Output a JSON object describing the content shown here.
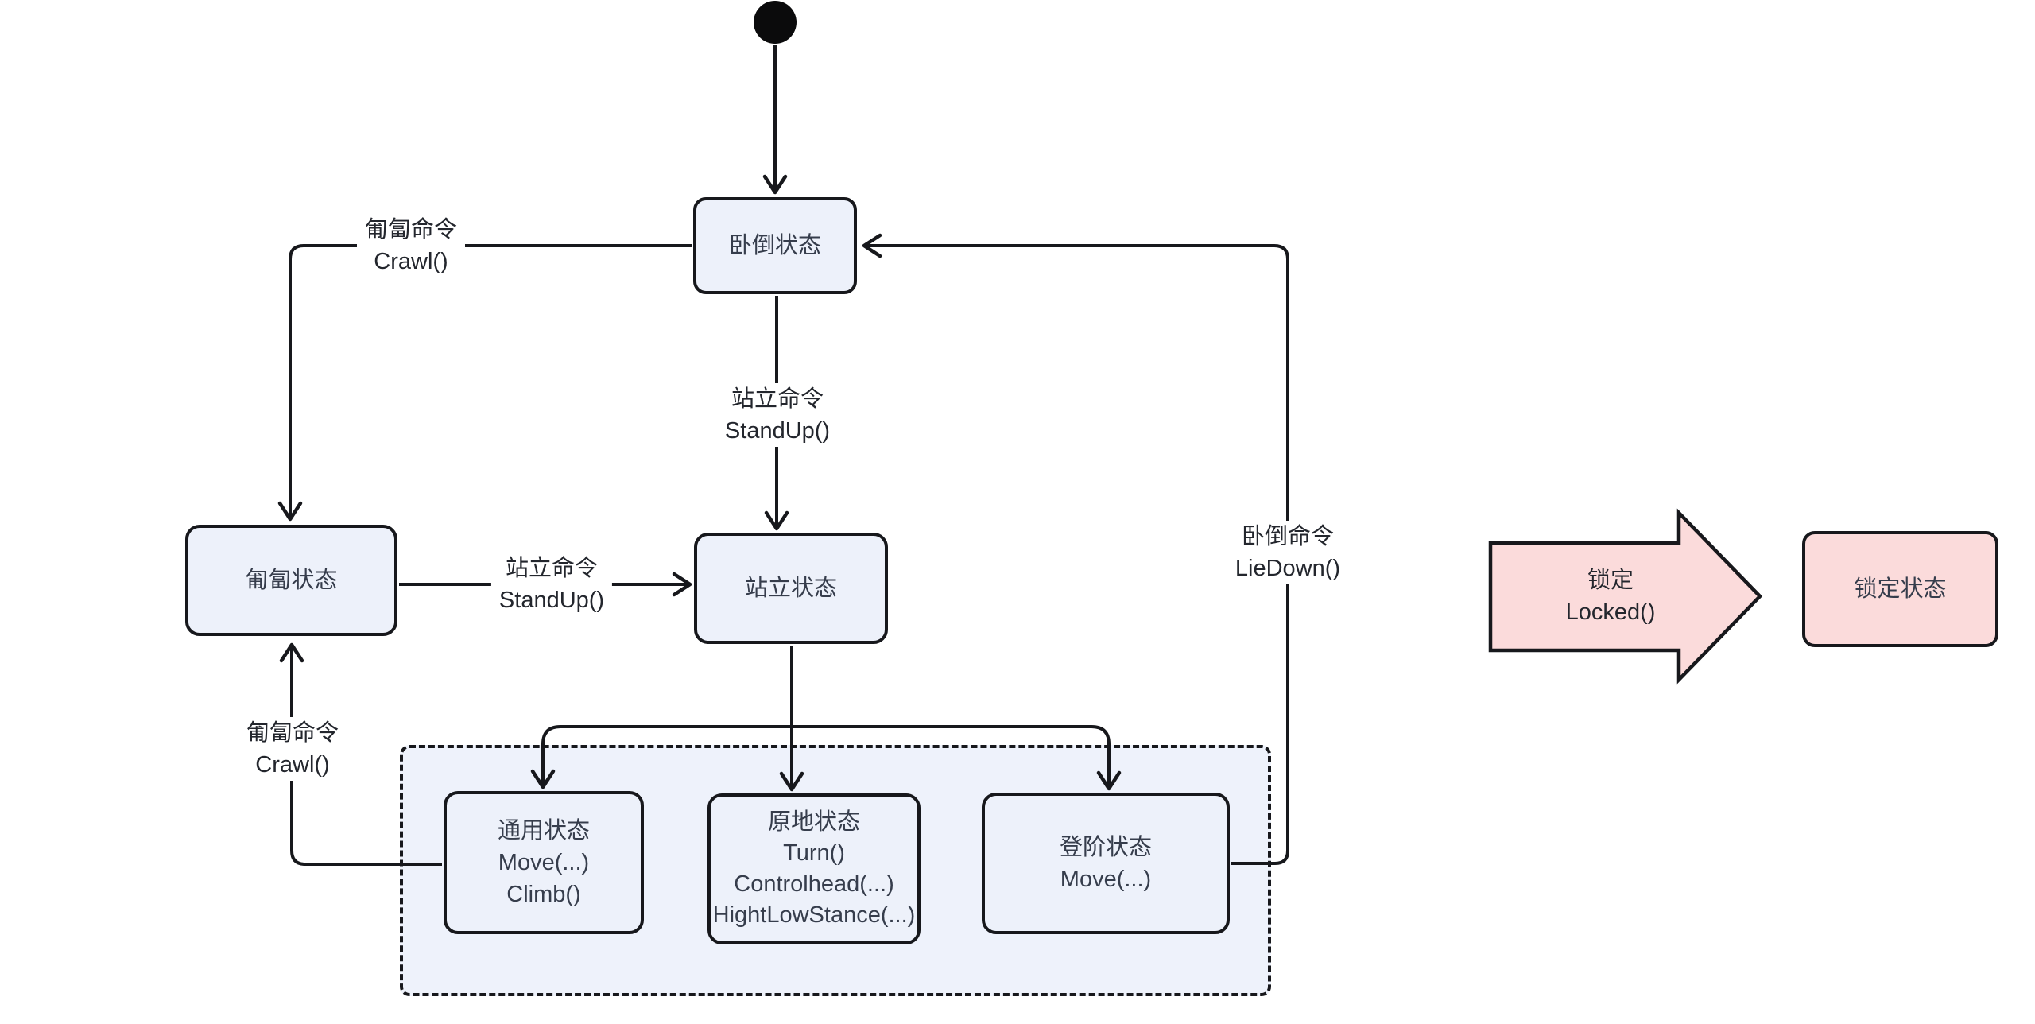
{
  "colors": {
    "page_bg": "#ffffff",
    "line_color": "#17181c",
    "node_fill": "#edf1fa",
    "node_border": "#17181c",
    "container_fill": "#eef2fb",
    "locked_fill": "#fbdbdb",
    "node_text": "#363d4c",
    "label_text": "#23262d",
    "label_bg": "#ffffff",
    "initial_dot": "#0b0b0c"
  },
  "nodes": {
    "lie_down": {
      "title": "卧倒状态"
    },
    "crawl": {
      "title": "匍匐状态"
    },
    "stand": {
      "title": "站立状态"
    },
    "general": {
      "title": "通用状态",
      "methods": [
        "Move(...)",
        "Climb()"
      ]
    },
    "in_place": {
      "title": "原地状态",
      "methods": [
        "Turn()",
        "Controlhead(...)",
        "HightLowStance(...)"
      ]
    },
    "stairs": {
      "title": "登阶状态",
      "methods": [
        "Move(...)"
      ]
    },
    "locked": {
      "title": "锁定状态"
    }
  },
  "edge_labels": {
    "crawl_cmd_top": {
      "cn": "匍匐命令",
      "code": "Crawl()"
    },
    "standup_cmd_vertical": {
      "cn": "站立命令",
      "code": "StandUp()"
    },
    "standup_cmd_horizontal": {
      "cn": "站立命令",
      "code": "StandUp()"
    },
    "crawl_cmd_bottom": {
      "cn": "匍匐命令",
      "code": "Crawl()"
    },
    "liedown_cmd": {
      "cn": "卧倒命令",
      "code": "LieDown()"
    },
    "locked_cmd": {
      "cn": "锁定",
      "code": "Locked()"
    }
  }
}
